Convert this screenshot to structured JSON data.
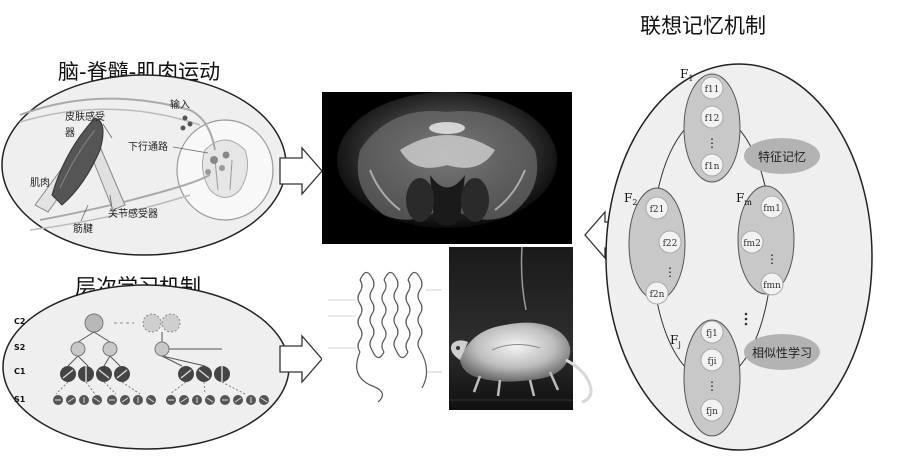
{
  "spinal": {
    "title": "脑-脊髓-肌肉运动",
    "labels": {
      "input": "输入",
      "skin_receptor_1": "皮肤感受",
      "skin_receptor_2": "器",
      "descending_path": "下行通路",
      "muscle": "肌肉",
      "joint_receptor": "关节感受器",
      "tendon": "筋腱"
    }
  },
  "hierarchy": {
    "title": "层次学习机制",
    "levels": [
      "C2",
      "S2",
      "C1",
      "S1"
    ]
  },
  "memory": {
    "title": "联想记忆机制",
    "groups": [
      {
        "name": "F",
        "sub": "1",
        "items": [
          "f11",
          "f12",
          "⋮",
          "f1n"
        ]
      },
      {
        "name": "F",
        "sub": "2",
        "items": [
          "f21",
          "f22",
          "⋮",
          "f2n"
        ]
      },
      {
        "name": "F",
        "sub": "m",
        "items": [
          "fm1",
          "fm2",
          "⋮",
          "fmn"
        ]
      },
      {
        "name": "F",
        "sub": "j",
        "items": [
          "fj1",
          "fji",
          "⋮",
          "fjn"
        ]
      }
    ],
    "feature_memory": "特征记忆",
    "similarity_learning": "相似性学习"
  },
  "colors": {
    "ellipse_fill": "#eeeeee",
    "group_fill": "#c8c8c8",
    "node_fill": "#f2f2f2",
    "badge_fill": "#b3b3b3"
  }
}
